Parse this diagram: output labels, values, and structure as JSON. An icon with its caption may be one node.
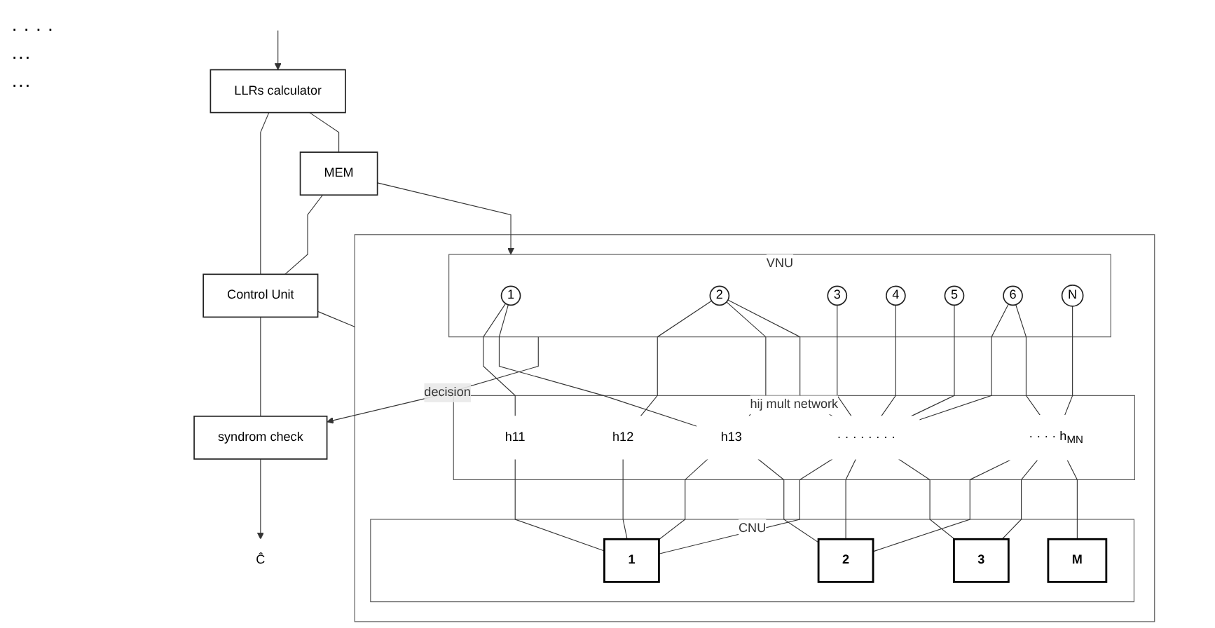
{
  "diagram": {
    "nodes": [
      {
        "text": [
          "LLRs calculator"
        ]
      },
      {
        "text": [
          "Control Unit"
        ]
      },
      {
        "text": [
          "MEM"
        ]
      },
      {
        "text": [],
        "shape": "box"
      },
      {
        "text": [
          "VNU"
        ],
        "in": 3
      },
      {
        "text": [
          "1"
        ],
        "in": 4
      },
      {
        "text": [
          "2"
        ],
        "in": 4
      },
      {
        "text": [
          "3"
        ],
        "in": 4
      },
      {
        "text": [
          "4"
        ],
        "in": 4
      },
      {
        "text": [
          "5"
        ],
        "in": 4
      },
      {
        "text": [
          "6"
        ],
        "in": 4
      },
      {
        "text": [
          "N"
        ],
        "in": 4
      },
      {
        "text": [
          "hij mult network"
        ],
        "in": 3
      },
      {
        "text": [
          "h11"
        ],
        "in": 12
      },
      {
        "text": [
          "h12"
        ],
        "in": 12
      },
      {
        "text": [
          "h13"
        ],
        "in": 12
      },
      {
        "text": [
          "· · · · · · · ·"
        ],
        "in": 12
      },
      {
        "text": [
          "· · · · h$_{MN}$"
        ],
        "in": 12
      },
      {
        "text": [
          "CNU"
        ],
        "in": 3
      },
      {
        "text": [
          "1"
        ],
        "in": 18
      },
      {
        "text": [
          "2"
        ],
        "in": 18
      },
      {
        "text": [
          "3"
        ],
        "in": 18
      },
      {
        "text": [
          "M"
        ],
        "in": 18
      },
      {
        "text": [
          "syndrom check"
        ]
      },
      {
        "text": [
          "Ĉ"
        ]
      }
    ],
    "edges": [
      {
        "from": null,
        "to": 0,
        "arrow": "to"
      },
      {
        "from": 0,
        "to": 1,
        "arrow": "none"
      },
      {
        "from": 0,
        "to": 2,
        "arrow": "none"
      },
      {
        "from": 2,
        "to": 1,
        "arrow": "none"
      },
      {
        "from": 1,
        "to": 3,
        "arrow": "none"
      },
      {
        "from": 1,
        "to": 23,
        "arrow": "none"
      },
      {
        "from": 2,
        "to": 4,
        "arrow": "to"
      },
      {
        "from": 4,
        "to": 23,
        "arrow": "to",
        "label": "decision"
      },
      {
        "from": 23,
        "to": 24,
        "arrow": "to"
      },
      {
        "from": 5,
        "to": 13,
        "arrow": "none"
      },
      {
        "from": 5,
        "to": 15,
        "arrow": "none"
      },
      {
        "from": 6,
        "to": 14,
        "arrow": "none"
      },
      {
        "from": 6,
        "to": 15,
        "arrow": "none"
      },
      {
        "from": 6,
        "to": 16,
        "arrow": "none"
      },
      {
        "from": 7,
        "to": 16,
        "arrow": "none"
      },
      {
        "from": 8,
        "to": 16,
        "arrow": "none"
      },
      {
        "from": 9,
        "to": 16,
        "arrow": "none"
      },
      {
        "from": 10,
        "to": 16,
        "arrow": "none"
      },
      {
        "from": 10,
        "to": 17,
        "arrow": "none"
      },
      {
        "from": 11,
        "to": 17,
        "arrow": "none"
      },
      {
        "from": 13,
        "to": 19,
        "arrow": "none"
      },
      {
        "from": 14,
        "to": 19,
        "arrow": "none"
      },
      {
        "from": 15,
        "to": 19,
        "arrow": "none"
      },
      {
        "from": 15,
        "to": 20,
        "arrow": "none"
      },
      {
        "from": 16,
        "to": 19,
        "arrow": "none"
      },
      {
        "from": 16,
        "to": 20,
        "arrow": "none"
      },
      {
        "from": 16,
        "to": 21,
        "arrow": "none"
      },
      {
        "from": 17,
        "to": 20,
        "arrow": "none"
      },
      {
        "from": 17,
        "to": 21,
        "arrow": "none"
      },
      {
        "from": 17,
        "to": 22,
        "arrow": "none"
      }
    ],
    "labels": [
      "· · · ·",
      "···",
      "···"
    ]
  }
}
